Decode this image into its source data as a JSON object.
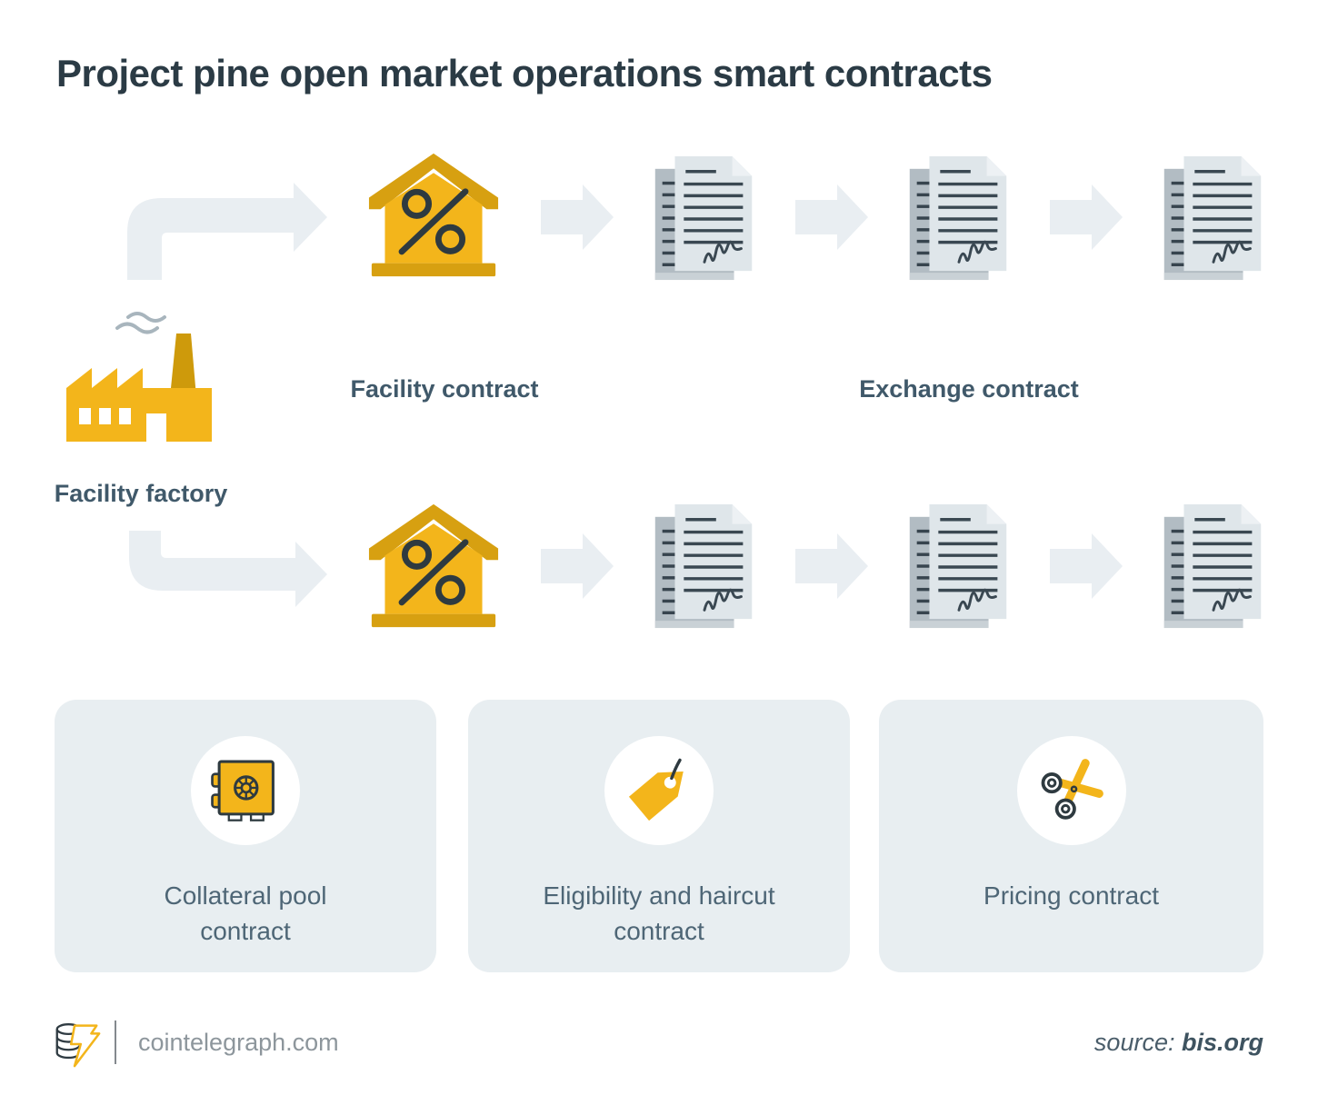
{
  "title": "Project pine open market operations smart contracts",
  "flow": {
    "factory_label": "Facility factory",
    "facility_contract_label": "Facility contract",
    "exchange_contract_label": "Exchange contract"
  },
  "cards": [
    {
      "icon": "safe-icon",
      "label": "Collateral pool\ncontract"
    },
    {
      "icon": "tag-icon",
      "label": "Eligibility and haircut\ncontract"
    },
    {
      "icon": "scissors-icon",
      "label": "Pricing contract"
    }
  ],
  "footer": {
    "site": "cointelegraph.com",
    "source_prefix": "source:",
    "source_value": "bis.org"
  },
  "colors": {
    "brand_yellow": "#F3B51B",
    "dark_yellow": "#D7A011",
    "chimney_yellow": "#CE9A0B",
    "slate_text": "#40596A",
    "title_text": "#2B3B45",
    "card_text": "#4E6676",
    "arrow_gray": "#E9EEF2",
    "card_bg": "#E8EEF1",
    "doc_back": "#B2BCC3",
    "doc_front": "#DFE6EA",
    "doc_lines": "#3A4852",
    "smoke_gray": "#A8B5BD",
    "footer_gray": "#8D969C"
  }
}
